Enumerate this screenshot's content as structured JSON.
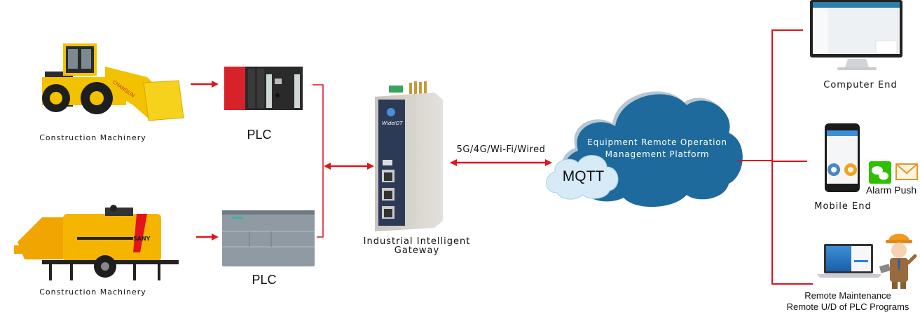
{
  "diagram": {
    "machines": [
      {
        "label": "Construction Machinery",
        "type": "wheel-loader"
      },
      {
        "label": "Construction Machinery",
        "type": "concrete-pump"
      }
    ],
    "plcs": [
      {
        "label": "PLC",
        "type": "rack-plc"
      },
      {
        "label": "PLC",
        "type": "compact-plc"
      }
    ],
    "gateway": {
      "label_line1": "Industrial Intelligent",
      "label_line2": "Gateway",
      "brand": "WideIOT"
    },
    "link_label": "5G/4G/Wi-Fi/Wired",
    "mqtt_label": "MQTT",
    "platform": {
      "line1": "Equipment Remote Operation",
      "line2": "Management Platform"
    },
    "endpoints": {
      "computer": "Computer End",
      "mobile": "Mobile End",
      "alarm": "Alarm Push",
      "remote_line1": "Remote Maintenance",
      "remote_line2": "Remote U/D of PLC Programs"
    },
    "colors": {
      "arrow": "#e0161c",
      "line": "#d9141b",
      "cloud_main": "#1f6a9c",
      "cloud_small": "#cfe6f4",
      "machine_yellow": "#f5c400"
    }
  }
}
